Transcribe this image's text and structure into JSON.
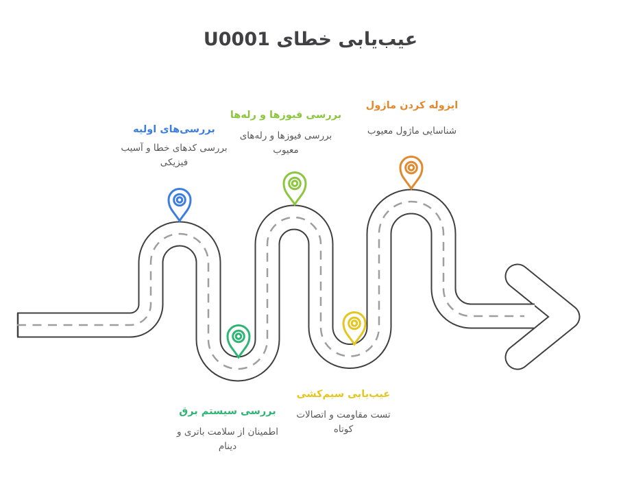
{
  "title": "عیب‌یابی خطای U0001",
  "colors": {
    "background": "#ffffff",
    "road_outline": "#3f3f3f",
    "road_fill": "#ffffff",
    "center_dash": "#9e9e9e",
    "heading_text": "#414042",
    "description_text": "#58585a"
  },
  "steps": [
    {
      "key": "initial-checks",
      "label": "بررسی‌های اولیه",
      "description": "بررسی کدهای خطا و آسیب فیزیکی",
      "color": "#3c7de2",
      "pin_position": "top"
    },
    {
      "key": "power-system",
      "label": "بررسی سیستم برق",
      "description": "اطمینان از سلامت باتری و دینام",
      "color": "#2eb573",
      "pin_position": "bottom"
    },
    {
      "key": "fuses-relays",
      "label": "بررسی فیوزها و رله‌ها",
      "description": "بررسی فیوزها و رله‌های معیوب",
      "color": "#8cc63e",
      "pin_position": "top"
    },
    {
      "key": "wiring-diagnosis",
      "label": "عیب‌یابی سیم‌کشی",
      "description": "تست مقاومت و اتصالات کوتاه",
      "color": "#e5c51f",
      "pin_position": "bottom"
    },
    {
      "key": "module-isolation",
      "label": "ایزوله کردن ماژول",
      "description": "شناسایی ماژول معیوب",
      "color": "#e1892f",
      "pin_position": "top"
    }
  ]
}
